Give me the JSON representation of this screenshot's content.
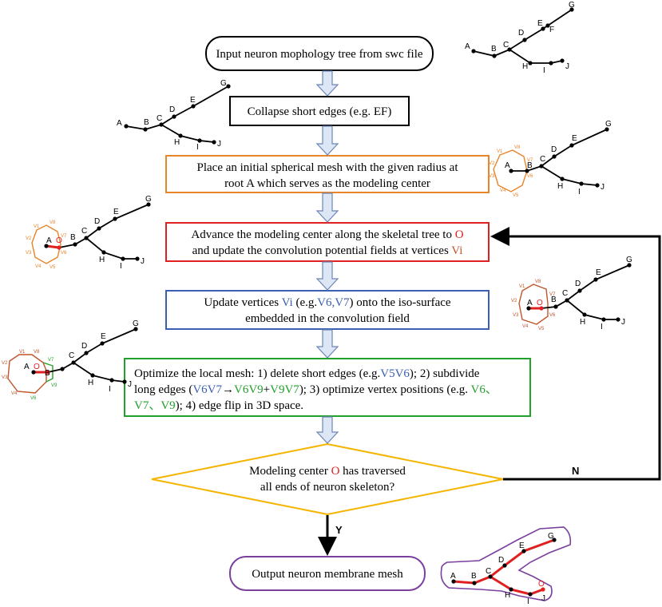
{
  "colors": {
    "black": "#000000",
    "orange": "#e8842a",
    "red": "#e02020",
    "blue": "#3a5fb0",
    "green": "#22a02c",
    "yellow": "#f4b400",
    "purple": "#7b3f9e",
    "arrow_fill": "#dce6f4",
    "arrow_stroke": "#6b86b8",
    "brown": "#c0552a",
    "vgreen": "#2aa02a"
  },
  "steps": {
    "input": "Input neuron mophology tree from swc file",
    "collapse": "Collapse short edges (e.g. EF)",
    "place_line1": "Place an initial spherical mesh with the given radius at",
    "place_line2": "root A which serves as the modeling center",
    "advance_line1": "Advance the modeling center along the skeletal tree to ",
    "advance_O": "O",
    "advance_line2": "and update the convolution potential fields at vertices ",
    "advance_Vi": "Vi",
    "update_line1a": "Update vertices ",
    "update_Vi": "Vi",
    "update_line1b": " (e.g.",
    "update_V6V7": "V6,V7",
    "update_line1c": ")  onto the iso-surface",
    "update_line2": "embedded in the convolution field",
    "opt_line1a": "Optimize the local mesh: 1) delete short edges (e.g.",
    "opt_V5V6": "V5V6",
    "opt_line1b": ");  2) subdivide",
    "opt_line2a": "long edges (",
    "opt_V6V7": "V6V7",
    "opt_arrow": "→",
    "opt_V6V9": "V6V9",
    "opt_plus": "+",
    "opt_V9V7": "V9V7",
    "opt_line2b": ");  3) optimize vertex positions (e.g. ",
    "opt_V6": "V6、",
    "opt_line3a": "V7、V9",
    "opt_line3b": "); 4) edge flip in 3D space.",
    "decision_line1a": "Modeling center ",
    "decision_O": "O",
    "decision_line1b": " has traversed",
    "decision_line2": "all ends of neuron skeleton?",
    "output": "Output neuron membrane mesh"
  },
  "branches": {
    "yes": "Y",
    "no": "N"
  },
  "tree_labels": {
    "A": "A",
    "B": "B",
    "C": "C",
    "D": "D",
    "E": "E",
    "F": "F",
    "G": "G",
    "H": "H",
    "I": "I",
    "J": "J",
    "O": "O"
  },
  "vertex_labels": {
    "v1": "V1",
    "v2": "V2",
    "v3": "V3",
    "v4": "V4",
    "v5": "V5",
    "v6": "V6",
    "v7": "V7",
    "v8": "V8",
    "v9": "V9"
  }
}
